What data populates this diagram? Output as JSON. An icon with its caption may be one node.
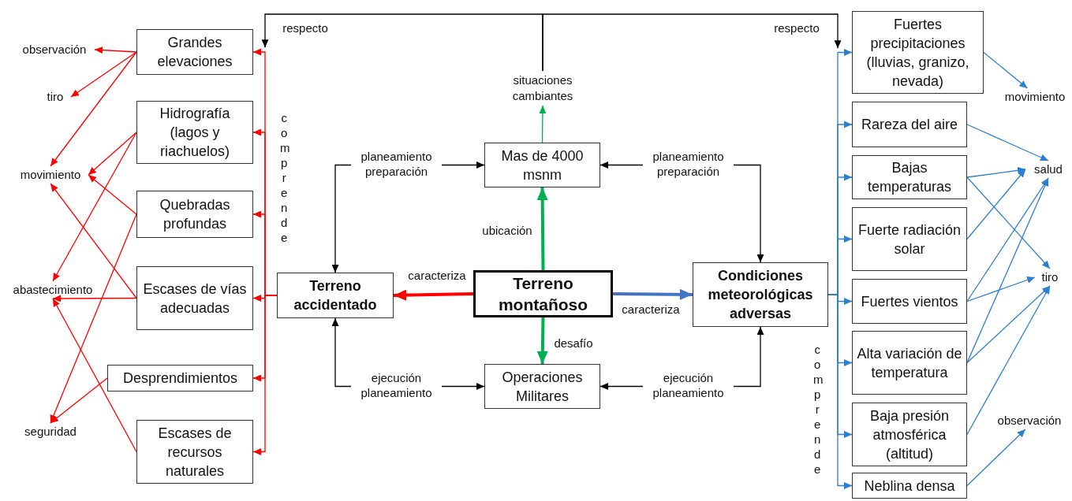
{
  "diagram": {
    "nodes": [
      {
        "text": [
          "Terreno montañoso"
        ]
      },
      {
        "text": [
          "Mas de 4000 msnm"
        ]
      },
      {
        "text": [
          "situaciones cambiantes"
        ]
      },
      {
        "text": [
          "Terreno accidentado"
        ]
      },
      {
        "text": [
          "Condiciones meteorológicas adversas"
        ]
      },
      {
        "text": [
          "Operaciones Militares"
        ]
      },
      {
        "text": [
          "Grandes elevaciones"
        ]
      },
      {
        "text": [
          "Hidrografía (lagos y riachuelos)"
        ]
      },
      {
        "text": [
          "Quebradas profundas"
        ]
      },
      {
        "text": [
          "Escases de vías adecuadas"
        ]
      },
      {
        "text": [
          "Desprendimientos"
        ]
      },
      {
        "text": [
          "Escases de recursos naturales"
        ]
      },
      {
        "text": [
          "observación"
        ]
      },
      {
        "text": [
          "tiro"
        ]
      },
      {
        "text": [
          "movimiento"
        ]
      },
      {
        "text": [
          "abastecimiento"
        ]
      },
      {
        "text": [
          "seguridad"
        ]
      },
      {
        "text": [
          "Fuertes precipitaciones (lluvias, granizo, nevada)"
        ]
      },
      {
        "text": [
          "Rareza del aire"
        ]
      },
      {
        "text": [
          "Bajas temperaturas"
        ]
      },
      {
        "text": [
          "Fuerte radiación solar"
        ]
      },
      {
        "text": [
          "Fuertes vientos"
        ]
      },
      {
        "text": [
          "Alta variación de temperatura"
        ]
      },
      {
        "text": [
          "Baja presión atmosférica (altitud)"
        ]
      },
      {
        "text": [
          "Neblina densa"
        ]
      },
      {
        "text": [
          "movimiento"
        ]
      },
      {
        "text": [
          "salud"
        ]
      },
      {
        "text": [
          "tiro"
        ]
      },
      {
        "text": [
          "observación"
        ]
      }
    ],
    "edges": [
      {
        "from": 0,
        "to": 3,
        "arrow": "to",
        "label": "caracteriza",
        "style": "thick",
        "color": "#ff0000"
      },
      {
        "from": 0,
        "to": 4,
        "arrow": "to",
        "label": "caracteriza",
        "style": "thick",
        "color": "#4472c4"
      },
      {
        "from": 0,
        "to": 1,
        "arrow": "to",
        "label": "ubicación",
        "style": "thick",
        "color": "#00b050"
      },
      {
        "from": 0,
        "to": 5,
        "arrow": "to",
        "label": "desafío",
        "style": "thick",
        "color": "#00b050"
      },
      {
        "from": 1,
        "to": 2,
        "arrow": "to",
        "color": "#00b050"
      },
      {
        "from": 3,
        "to": 1,
        "arrow": "both",
        "label": "planeamiento preparación",
        "color": "#000000"
      },
      {
        "from": 4,
        "to": 1,
        "arrow": "both",
        "label": "planeamiento preparación",
        "color": "#000000"
      },
      {
        "from": 3,
        "to": 5,
        "arrow": "both",
        "label": "ejecución planeamiento",
        "color": "#000000"
      },
      {
        "from": 4,
        "to": 5,
        "arrow": "both",
        "label": "ejecución planeamiento",
        "color": "#000000"
      },
      {
        "from": 2,
        "to": 6,
        "arrow": "to",
        "label": "respecto",
        "color": "#000000"
      },
      {
        "from": 2,
        "to": 17,
        "arrow": "to",
        "label": "respecto",
        "color": "#000000"
      },
      {
        "from": 3,
        "to": 6,
        "arrow": "to",
        "color": "#ff0000"
      },
      {
        "from": 3,
        "to": 7,
        "arrow": "to",
        "color": "#ff0000"
      },
      {
        "from": 3,
        "to": 8,
        "arrow": "to",
        "color": "#ff0000"
      },
      {
        "from": 3,
        "to": 9,
        "arrow": "to",
        "color": "#ff0000"
      },
      {
        "from": 3,
        "to": 10,
        "arrow": "to",
        "color": "#ff0000"
      },
      {
        "from": 3,
        "to": 11,
        "arrow": "to",
        "color": "#ff0000"
      },
      {
        "from": 4,
        "to": 17,
        "arrow": "to"
      },
      {
        "from": 4,
        "to": 18,
        "arrow": "to"
      },
      {
        "from": 4,
        "to": 19,
        "arrow": "to"
      },
      {
        "from": 4,
        "to": 20,
        "arrow": "to"
      },
      {
        "from": 4,
        "to": 21,
        "arrow": "to"
      },
      {
        "from": 4,
        "to": 22,
        "arrow": "to"
      },
      {
        "from": 4,
        "to": 23,
        "arrow": "to"
      },
      {
        "from": 4,
        "to": 24,
        "arrow": "to"
      },
      {
        "from": 6,
        "to": 12,
        "arrow": "to",
        "color": "#ff0000"
      },
      {
        "from": 6,
        "to": 13,
        "arrow": "to",
        "color": "#ff0000"
      },
      {
        "from": 6,
        "to": 14,
        "arrow": "to",
        "color": "#ff0000"
      },
      {
        "from": 7,
        "to": 14,
        "arrow": "to",
        "color": "#ff0000"
      },
      {
        "from": 7,
        "to": 15,
        "arrow": "to",
        "color": "#ff0000"
      },
      {
        "from": 8,
        "to": 14,
        "arrow": "to",
        "color": "#ff0000"
      },
      {
        "from": 8,
        "to": 16,
        "arrow": "to",
        "color": "#ff0000"
      },
      {
        "from": 9,
        "to": 14,
        "arrow": "to",
        "color": "#ff0000"
      },
      {
        "from": 9,
        "to": 15,
        "arrow": "to",
        "color": "#ff0000"
      },
      {
        "from": 10,
        "to": 16,
        "arrow": "to",
        "color": "#ff0000"
      },
      {
        "from": 11,
        "to": 15,
        "arrow": "to",
        "color": "#ff0000"
      },
      {
        "from": 17,
        "to": 25,
        "arrow": "to"
      },
      {
        "from": 18,
        "to": 26,
        "arrow": "to"
      },
      {
        "from": 19,
        "to": 26,
        "arrow": "to"
      },
      {
        "from": 19,
        "to": 27,
        "arrow": "to"
      },
      {
        "from": 20,
        "to": 26,
        "arrow": "to"
      },
      {
        "from": 21,
        "to": 26,
        "arrow": "to"
      },
      {
        "from": 21,
        "to": 27,
        "arrow": "to"
      },
      {
        "from": 22,
        "to": 26,
        "arrow": "to"
      },
      {
        "from": 22,
        "to": 27,
        "arrow": "to"
      },
      {
        "from": 23,
        "to": 27,
        "arrow": "to"
      },
      {
        "from": 24,
        "to": 28,
        "arrow": "to"
      }
    ],
    "labels": [
      "comprende",
      "comprende"
    ]
  }
}
